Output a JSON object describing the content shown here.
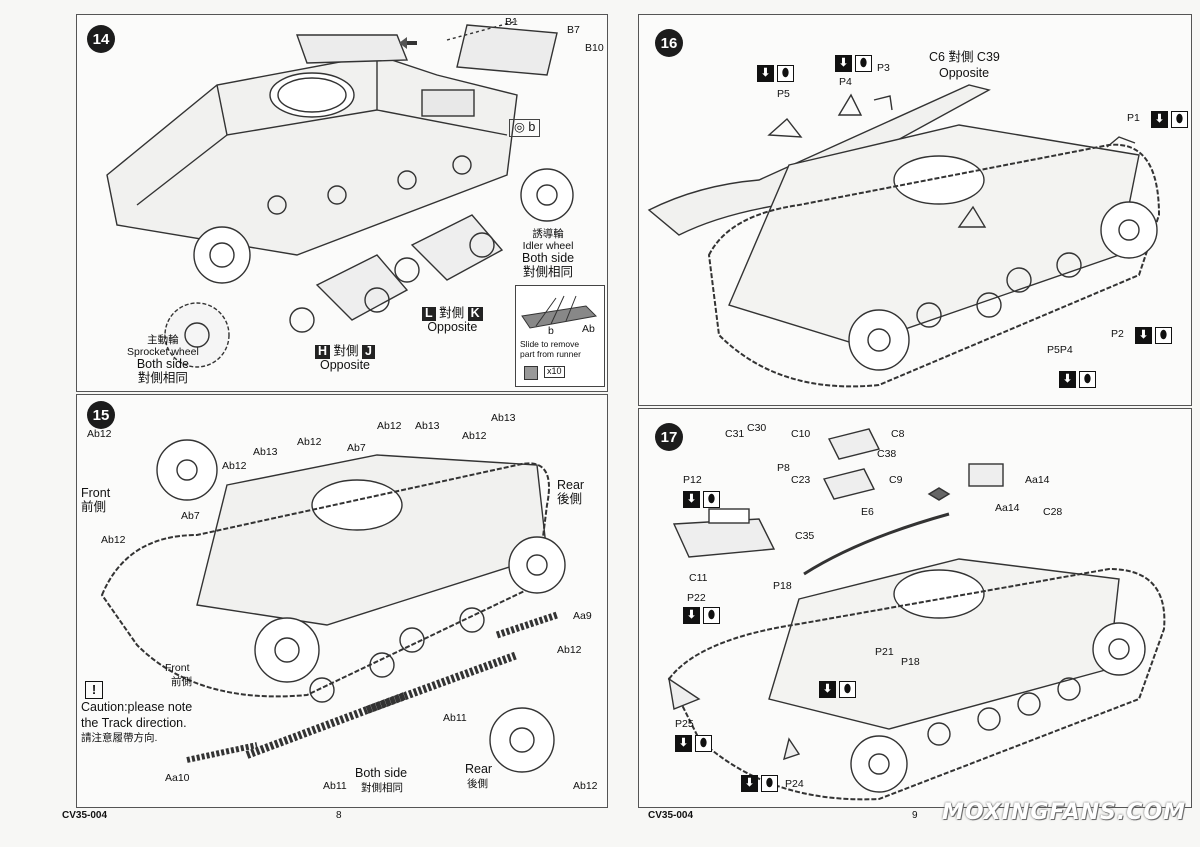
{
  "step14": {
    "number": "14",
    "parts": [
      "B1",
      "B7",
      "B10"
    ],
    "b_label": "b",
    "idler": {
      "cn": "誘導輪",
      "en": "Idler wheel",
      "side_en": "Both side",
      "side_cn": "對側相同"
    },
    "sprocket": {
      "cn": "主動輪",
      "en": "Sprocket wheel",
      "side_en": "Both side",
      "side_cn": "對側相同"
    },
    "pair_lk": {
      "a": "L",
      "mid": "對側",
      "b": "K",
      "text": "Opposite"
    },
    "pair_hj": {
      "a": "H",
      "mid": "對側",
      "b": "J",
      "text": "Opposite"
    },
    "inset": {
      "b": "b",
      "ab": "Ab",
      "note_line1": "Slide to remove",
      "note_line2": "part from runner",
      "qty": "x10"
    }
  },
  "step15": {
    "number": "15",
    "labels": [
      "Ab12",
      "Ab12",
      "Ab13",
      "Ab12",
      "Ab7",
      "Ab12",
      "Ab13",
      "Ab12",
      "Ab13",
      "Ab12",
      "Ab7"
    ],
    "front_en": "Front",
    "front_cn": "前側",
    "rear_en": "Rear",
    "rear_cn": "後側",
    "front2_en": "Front",
    "front2_cn": "前側",
    "rear2_en": "Rear",
    "rear2_cn": "後側",
    "aa9": "Aa9",
    "ab11a": "Ab11",
    "ab11b": "Ab11",
    "aa10": "Aa10",
    "ab12_lower_a": "Ab12",
    "ab12_lower_b": "Ab12",
    "both_en": "Both side",
    "both_cn": "對側相同",
    "caution_mark": "!",
    "caution_line1": "Caution:please note",
    "caution_line2": "the Track direction.",
    "caution_cn": "請注意履帶方向."
  },
  "step16": {
    "number": "16",
    "c6": "C6 對側 C39",
    "opposite": "Opposite",
    "p1": "P1",
    "p2": "P2",
    "p3": "P3",
    "p4": "P4",
    "p5": "P5",
    "p5p4": "P5P4"
  },
  "step17": {
    "number": "17",
    "c31": "C31",
    "c30": "C30",
    "c10": "C10",
    "c8": "C8",
    "c38": "C38",
    "c23": "C23",
    "c9": "C9",
    "p12": "P12",
    "p8": "P8",
    "aa14": "Aa14",
    "aa14b": "Aa14",
    "c28": "C28",
    "e6": "E6",
    "c35": "C35",
    "c11": "C11",
    "p18": "P18",
    "p22": "P22",
    "p21": "P21",
    "p18b": "P18",
    "p25": "P25",
    "p24": "P24"
  },
  "footer": {
    "left_code": "CV35-004",
    "left_page": "8",
    "right_code": "CV35-004",
    "right_page": "9"
  },
  "watermark": "MOXINGFANS.COM"
}
